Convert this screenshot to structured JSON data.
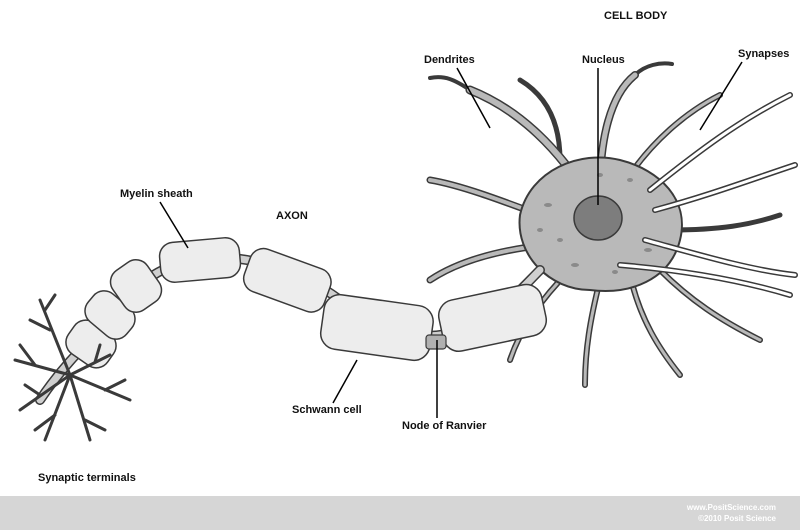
{
  "labels": {
    "cell_body": "CELL BODY",
    "dendrites": "Dendrites",
    "nucleus": "Nucleus",
    "synapses": "Synapses",
    "myelin_sheath": "Myelin sheath",
    "axon": "AXON",
    "schwann_cell": "Schwann cell",
    "node_of_ranvier": "Node of Ranvier",
    "synaptic_terminals": "Synaptic terminals"
  },
  "footer": {
    "url": "www.PositScience.com",
    "copyright": "©2010 Posit Science"
  },
  "colors": {
    "cell_fill": "#b9b9b9",
    "nucleus_fill": "#7d7d7d",
    "myelin_fill": "#ededed",
    "outline": "#3a3a3a",
    "footer_bar": "#d6d6d6"
  }
}
